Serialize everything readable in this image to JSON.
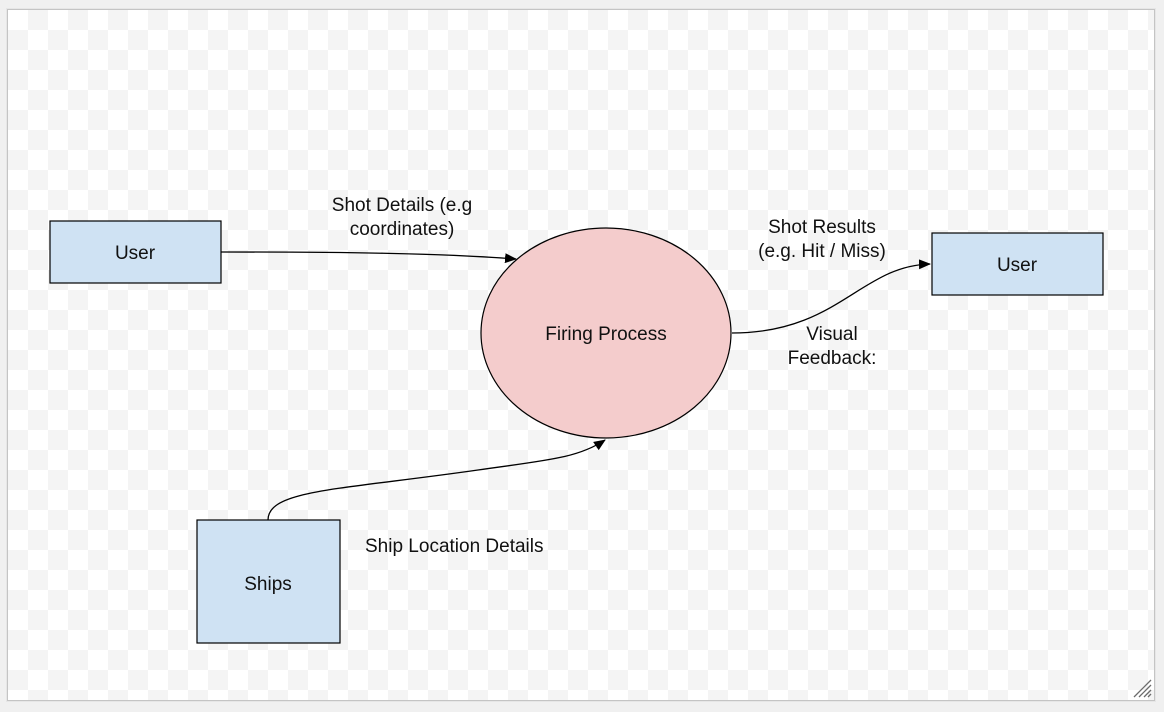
{
  "diagram": {
    "nodes": {
      "user_left": {
        "label": "User",
        "shape": "rectangle",
        "fill": "#cfe2f3",
        "stroke": "#000000"
      },
      "firing_process": {
        "label": "Firing Process",
        "shape": "ellipse",
        "fill": "#f4cccc",
        "stroke": "#000000"
      },
      "user_right": {
        "label": "User",
        "shape": "rectangle",
        "fill": "#cfe2f3",
        "stroke": "#000000"
      },
      "ships": {
        "label": "Ships",
        "shape": "rectangle",
        "fill": "#cfe2f3",
        "stroke": "#000000"
      }
    },
    "edges": {
      "shot_details": {
        "from": "User",
        "to": "Firing Process",
        "label_line1": "Shot Details (e.g",
        "label_line2": "coordinates)"
      },
      "shot_results": {
        "from": "Firing Process",
        "to": "User",
        "label_line1": "Shot Results",
        "label_line2": "(e.g. Hit / Miss)"
      },
      "visual_feedback": {
        "label_line1": "Visual",
        "label_line2": "Feedback:"
      },
      "ship_location": {
        "from": "Ships",
        "to": "Firing Process",
        "label_line1": "Ship Location Details"
      }
    }
  },
  "colors": {
    "process_fill": "#f4cccc",
    "entity_fill": "#cfe2f3",
    "line": "#000000",
    "frame_border": "#c4c4c4"
  }
}
